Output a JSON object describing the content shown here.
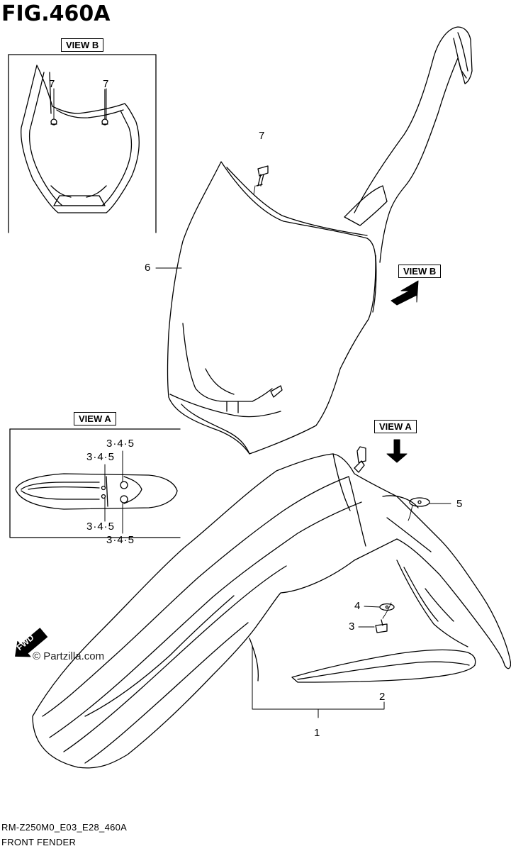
{
  "figure": {
    "title": "FIG.460A",
    "footer_code": "RM-Z250M0_E03_E28_460A",
    "footer_name": "FRONT FENDER",
    "watermark": "© Partzilla.com",
    "fwd_label": "FWD"
  },
  "views": {
    "view_b_label": "VIEW B",
    "view_a_label": "VIEW A",
    "view_b_arrow_label": "VIEW B",
    "view_a_arrow_label": "VIEW A"
  },
  "callouts": {
    "part_1": "1",
    "part_2": "2",
    "part_3": "3",
    "part_4": "4",
    "part_5": "5",
    "part_6": "6",
    "part_7_main": "7",
    "part_7_view_b_left": "7",
    "part_7_view_b_right": "7",
    "view_a_345_top_right": "3·4·5",
    "view_a_345_top_left": "3·4·5",
    "view_a_345_bottom_left": "3·4·5",
    "view_a_345_bottom_right": "3·4·5"
  }
}
